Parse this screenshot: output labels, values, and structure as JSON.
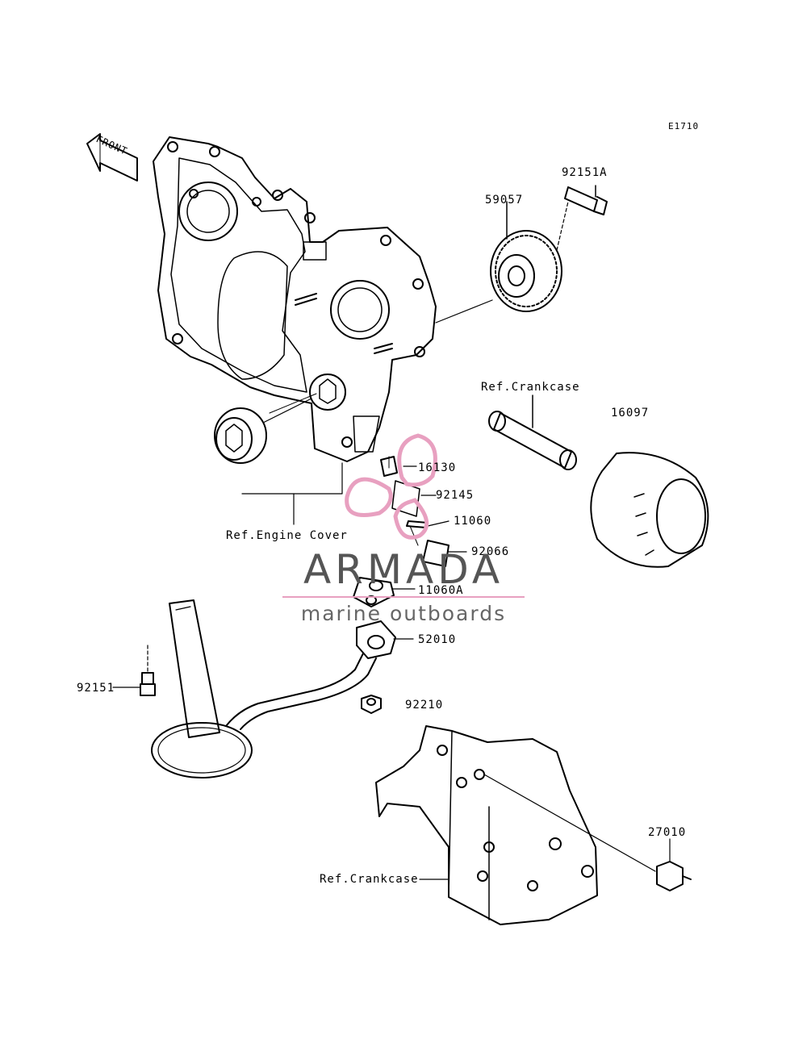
{
  "diagram_code": "E1710",
  "front_marker": "FRONT",
  "colors": {
    "line": "#000000",
    "watermark_text": "#555555",
    "watermark_accent": "#e8a0c0"
  },
  "parts": {
    "p59057": "59057",
    "p92151A": "92151A",
    "ref_crankcase_top": "Ref.Crankcase",
    "p16097": "16097",
    "p16130": "16130",
    "p92145": "92145",
    "p11060": "11060",
    "ref_engine_cover": "Ref.Engine Cover",
    "p92066": "92066",
    "p11060A": "11060A",
    "p52010": "52010",
    "p92151": "92151",
    "p92210": "92210",
    "p27010": "27010",
    "ref_crankcase_bottom": "Ref.Crankcase"
  },
  "watermark": {
    "name": "ARMADA",
    "tagline": "marine outboards"
  }
}
